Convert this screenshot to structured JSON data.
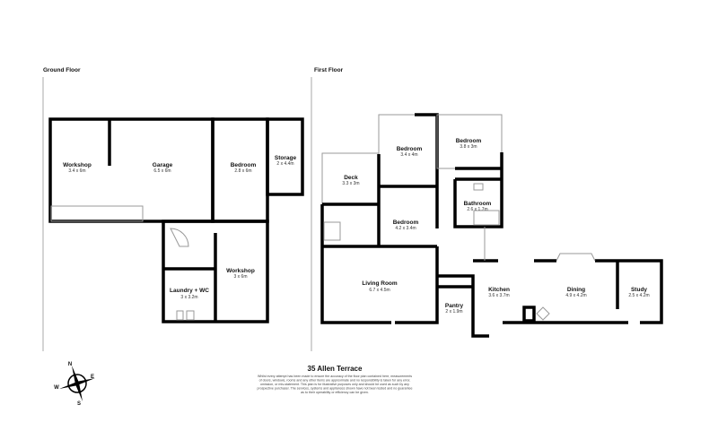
{
  "floors": {
    "ground": {
      "heading": "Ground Floor",
      "rooms": [
        {
          "name": "Workshop",
          "dims": "3.4 x 6m"
        },
        {
          "name": "Garage",
          "dims": "6.5 x 6m"
        },
        {
          "name": "Bedroom",
          "dims": "2.8 x 6m"
        },
        {
          "name": "Storage",
          "dims": "2 x 4.4m"
        },
        {
          "name": "Workshop",
          "dims": "3 x 6m"
        },
        {
          "name": "Laundry + WC",
          "dims": "3 x 3.2m"
        }
      ]
    },
    "first": {
      "heading": "First Floor",
      "rooms": [
        {
          "name": "Deck",
          "dims": "3.3 x 3m"
        },
        {
          "name": "Bedroom",
          "dims": "3.4 x 4m"
        },
        {
          "name": "Bedroom",
          "dims": "3.8 x 3m"
        },
        {
          "name": "Bathroom",
          "dims": "2.6 x 1.7m"
        },
        {
          "name": "Bedroom",
          "dims": "4.2 x 3.4m"
        },
        {
          "name": "Living Room",
          "dims": "6.7 x 4.5m"
        },
        {
          "name": "Pantry",
          "dims": "2 x 1.9m"
        },
        {
          "name": "Kitchen",
          "dims": "3.6 x 3.7m"
        },
        {
          "name": "Dining",
          "dims": "4.9 x 4.2m"
        },
        {
          "name": "Study",
          "dims": "2.5 x 4.2m"
        }
      ]
    }
  },
  "footer": {
    "title": "35 Allen Terrace",
    "disclaimer": [
      "Whilst every attempt has been made to ensure the accuracy of the floor plan contained here, measurements",
      "of doors, windows, rooms and any other items are approximate and no responsibility is taken for any error,",
      "omission, or mis-statement. This plan is for illustrative purposes only and should be used as such by any",
      "prospective purchaser. The services, systems and appliances shown have not been tested and no guarantee",
      "as to their operability or efficiency can be given."
    ]
  },
  "compass": {
    "icon": "compass-rose-icon",
    "n": "N",
    "e": "E",
    "s": "S",
    "w": "W"
  }
}
